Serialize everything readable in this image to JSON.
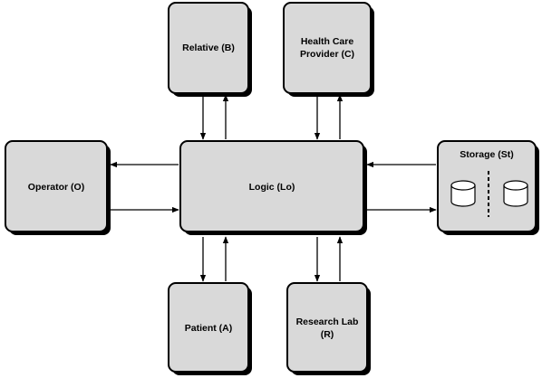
{
  "nodes": {
    "relative": {
      "label": "Relative (B)"
    },
    "provider": {
      "label_line1": "Health Care",
      "label_line2": "Provider (C)"
    },
    "operator": {
      "label": "Operator (O)"
    },
    "logic": {
      "label": "Logic (Lo)"
    },
    "storage": {
      "label": "Storage (St)"
    },
    "patient": {
      "label": "Patient (A)"
    },
    "research": {
      "label_line1": "Research Lab",
      "label_line2": "(R)"
    }
  },
  "colors": {
    "box_fill": "#d9d9d9",
    "stroke": "#000000",
    "background": "#ffffff"
  }
}
